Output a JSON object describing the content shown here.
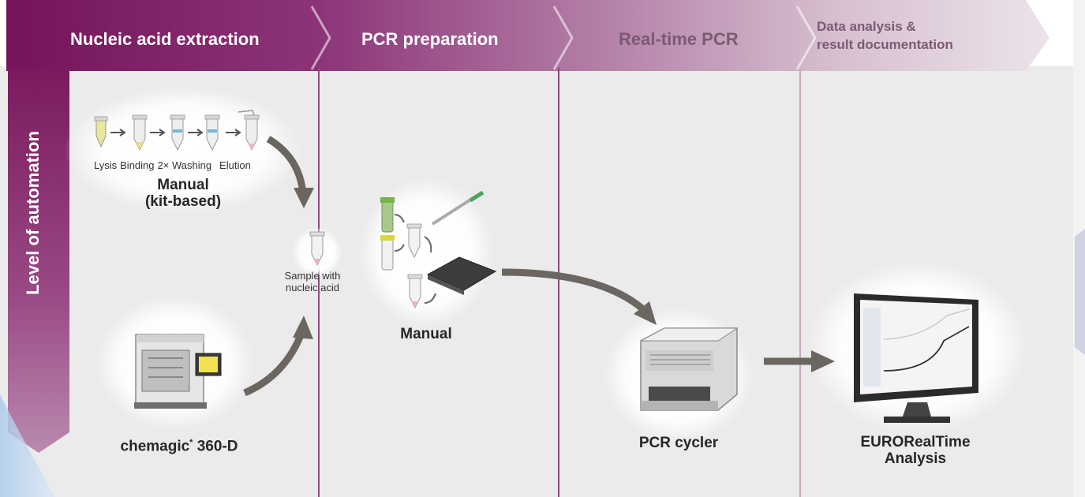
{
  "axis_label": "Level of automation",
  "steps": [
    {
      "label": "Nucleic acid extraction"
    },
    {
      "label": "PCR preparation"
    },
    {
      "label": "Real-time PCR"
    },
    {
      "label_line1": "Data analysis &",
      "label_line2": "result documentation"
    }
  ],
  "manual_steps": [
    "Lysis",
    "Binding",
    "2× Washing",
    "Elution"
  ],
  "manual_extraction": {
    "line1": "Manual",
    "line2": "(kit-based)"
  },
  "sample": {
    "line1": "Sample with",
    "line2": "nucleic acid"
  },
  "device_extraction": {
    "name": "chemagic",
    "mark": "*",
    "model": "360-D"
  },
  "pcr_prep": {
    "label": "Manual"
  },
  "pcr_cycler": {
    "label": "PCR cycler"
  },
  "software": {
    "line1": "EURORealTime",
    "line2": "Analysis"
  },
  "colors": {
    "header_dark": "#7d1f62",
    "header_light": "#e3d3de",
    "panel": "#ebebeb",
    "divider": "#8c4a7d",
    "arrow": "#6b6660",
    "axis": "#8e2a72"
  }
}
